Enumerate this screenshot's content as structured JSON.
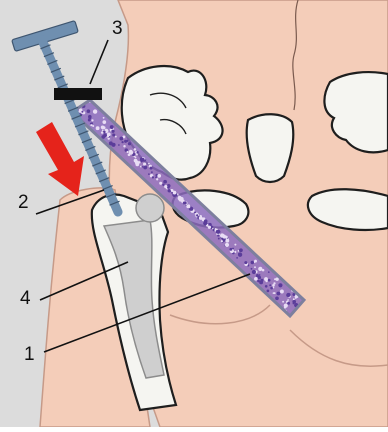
{
  "figure": {
    "callouts": [
      {
        "id": "1",
        "text": "1"
      },
      {
        "id": "2",
        "text": "2"
      },
      {
        "id": "3",
        "text": "3"
      },
      {
        "id": "4",
        "text": "4"
      }
    ],
    "colors": {
      "background_panel": "#dcdcdc",
      "skin": "#f4cdb9",
      "skin_outline": "#c69a88",
      "bone": "#f5f5f1",
      "bone_outline": "#1e1e1e",
      "implant": "#cfcfcf",
      "screw": "#6f8fb0",
      "graft": "#8c6bbd",
      "clamp": "#111111",
      "arrow": "#e5231b"
    },
    "icons": [
      "threaded-rod-icon",
      "compression-arrow-icon"
    ]
  }
}
